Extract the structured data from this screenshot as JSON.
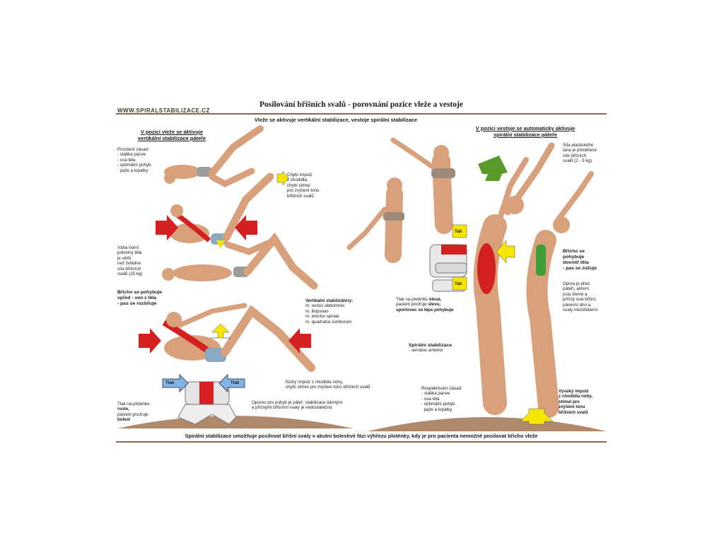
{
  "header": {
    "title": "Posilování břišních svalů - porovnání pozice vleže a vestoje",
    "logo": "WWW.SPIRALSTABILIZACE.CZ",
    "subtitle": "Vleže se aktivuje vertikální stabilizace, vestoje spirální stabilizace"
  },
  "left": {
    "heading_line1": "V pozici vleže se aktivuje",
    "heading_line2": "vertikální stabilizace páteře",
    "violations": [
      "Porušení zásad:",
      "- statika pánve",
      "- osa těla",
      "- optimální pohyb",
      "  paže a lopatky"
    ],
    "missing_impulse": [
      "Chybí impulz",
      "z chodidla,",
      "chybí stimul",
      "pro zvýšení tonu",
      "břišních svalů"
    ],
    "weight_note": [
      "Váha horní",
      "poloviny těla",
      "je větší",
      "než zvládne",
      "síla břišních",
      "svalů (25 kg)"
    ],
    "belly_line1": "Břicho se pohybuje",
    "belly_line2": "vpřed - ven z těla",
    "belly_line3": "- pas se rozšiřuje",
    "vertical_title": "Vertikální stabilizátory:",
    "vertical_items": [
      "m. rectus abdominis",
      "m. iliopsoas",
      "m. erector spinae",
      "m. quadratus lumborum"
    ],
    "low_impulse": [
      "Nízký impulz z chodidla nohy,",
      "chybí stimul pro zvýšení tonu břišních svalů"
    ],
    "pressure_label": "Tlak",
    "disc_note_line1": "Tlak na ploténku",
    "disc_note_bold": "roste,",
    "disc_note_line3": "pacient pociťuje",
    "disc_note_bold2": "bolest",
    "support_note": [
      "Oporou pro pohyb je páteř, stabilizace šikmými",
      "a příčnými břišními svaly je nedostatečná"
    ]
  },
  "right": {
    "heading_line1": "V pozici vestoje se automaticky aktivuje",
    "heading_line2": "spirální stabilizace páteře",
    "band_note": [
      "Síla elastického",
      "lana je přiměřená",
      "síle břišních",
      "svalů (2 - 5 kg)"
    ],
    "pull_label": "Tah",
    "disc_line1_a": "Tlak na ploténku ",
    "disc_line1_b": "klesá,",
    "disc_line2_a": "pacient pociťuje ",
    "disc_line2_b": "úlevu,",
    "disc_line3": "sportovec se lépe pohybuje",
    "belly": [
      "Břicho se",
      "pohybuje",
      "dovnitř těla",
      "- pas se zužuje"
    ],
    "support": [
      "Opora je před",
      "páteří, aktivní",
      "jsou šikmé a",
      "příčný sval břišní,",
      "pánevní dno a",
      "svaly mezižeberní"
    ],
    "spiral_title": "Spirální stabilizace",
    "spiral_item": "- serratus anterior",
    "respect": [
      "Respektování zásad:",
      "- statika pánve",
      "- osa těla",
      "- optimální pohyb",
      "  paže a lopatky"
    ],
    "high_impulse": [
      "Vysoký impulz",
      "z chodidla nohy,",
      "stimul pro",
      "zvýšení tonu",
      "břišních svalů"
    ]
  },
  "footer": {
    "text": "Spirální stabilizace umožňuje posilovat břišní svaly v akutní bolestivé fázi výhřezu ploténky, kdy je pro pacienta nemožné posilovat břicho vleže"
  },
  "colors": {
    "rule": "#8a6a4a",
    "ground": "#b0896a",
    "skin": "#d9a07c",
    "arrow_red": "#d42020",
    "arrow_yellow": "#f5e600",
    "arrow_green": "#5a9a2a",
    "arrow_blue": "#7fb6e6"
  }
}
